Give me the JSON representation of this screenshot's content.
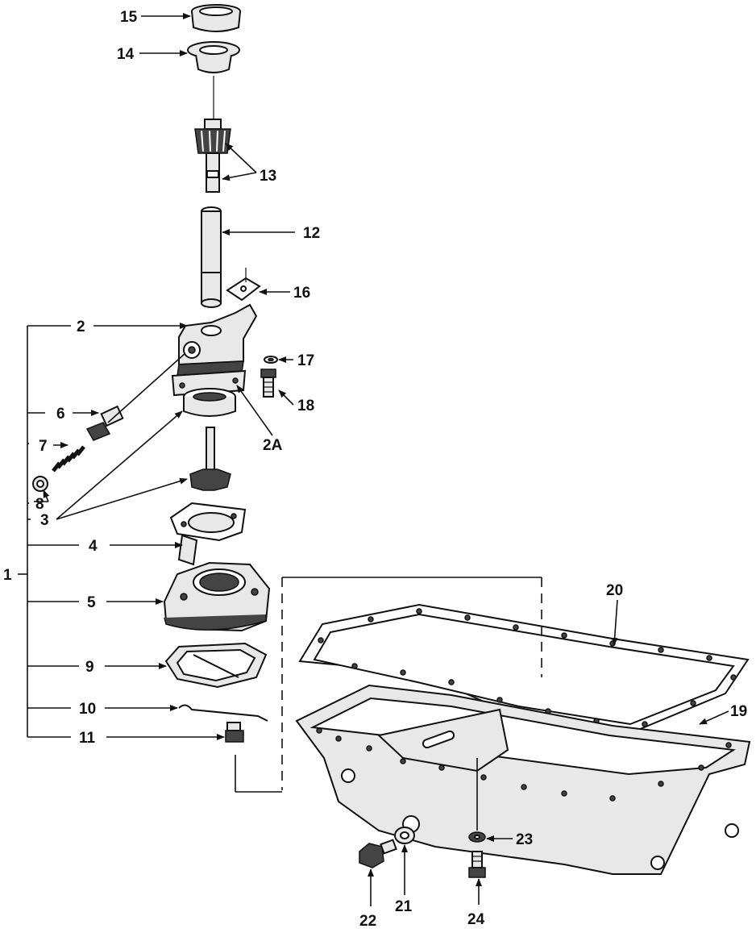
{
  "callouts": {
    "c1": "1",
    "c2": "2",
    "c2a": "2A",
    "c3": "3",
    "c4": "4",
    "c5": "5",
    "c6": "6",
    "c7": "7",
    "c8": "8",
    "c9": "9",
    "c10": "10",
    "c11": "11",
    "c12": "12",
    "c13": "13",
    "c14": "14",
    "c15": "15",
    "c16": "16",
    "c17": "17",
    "c18": "18",
    "c19": "19",
    "c20": "20",
    "c21": "21",
    "c22": "22",
    "c23": "23",
    "c24": "24"
  },
  "colors": {
    "ink": "#111111",
    "paper": "#ffffff",
    "shade": "#e8e8e8"
  }
}
